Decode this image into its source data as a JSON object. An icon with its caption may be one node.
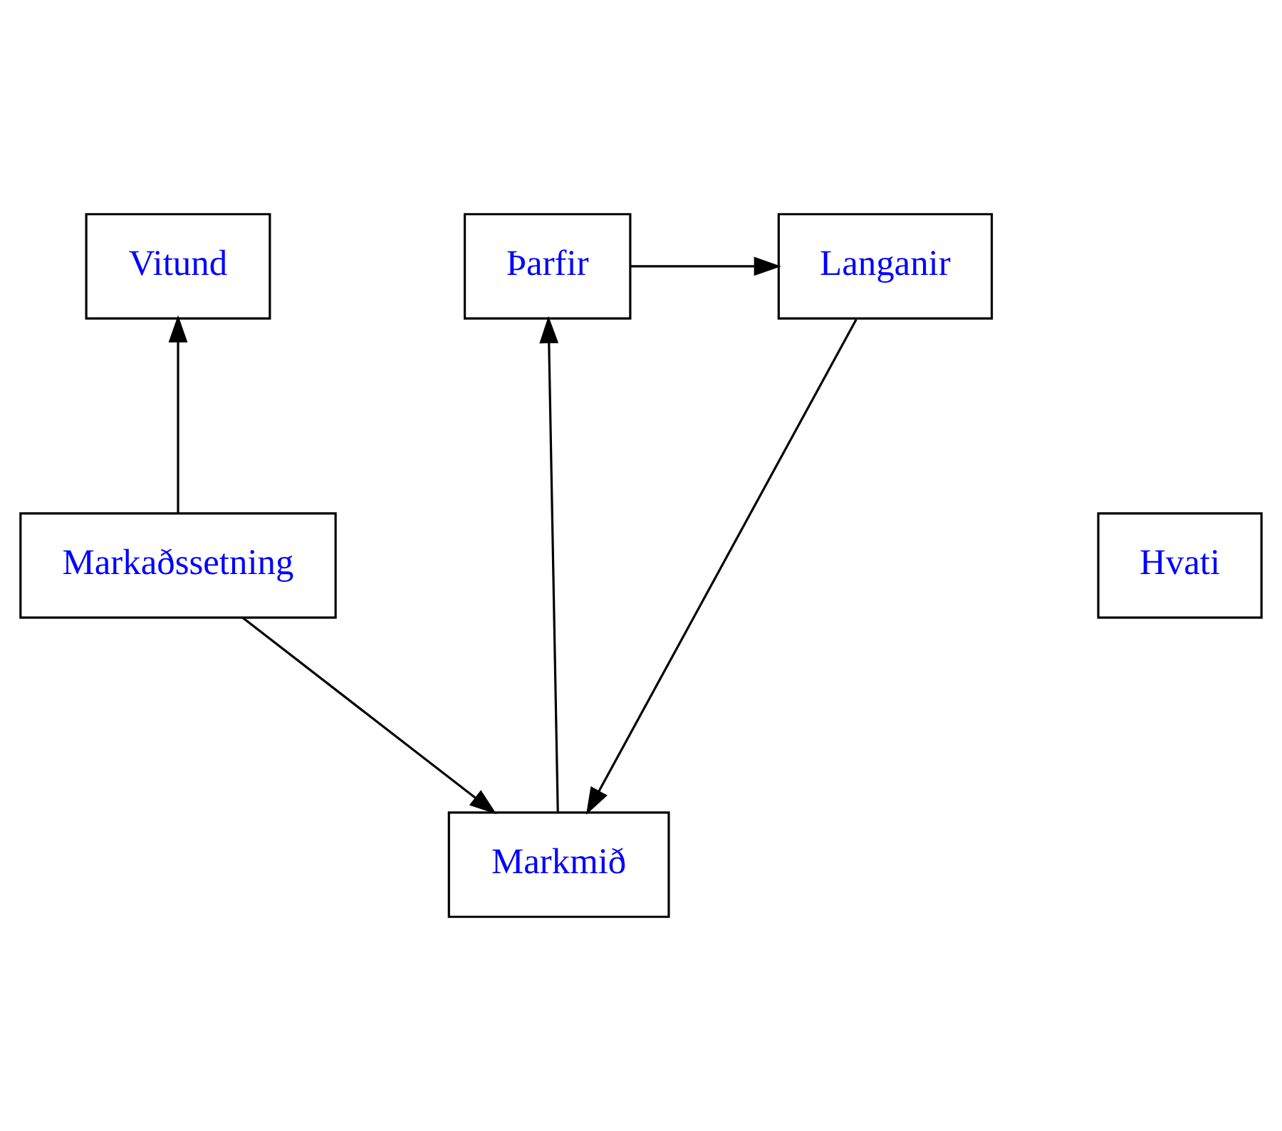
{
  "diagram": {
    "nodes": [
      {
        "text": [
          "Vitund"
        ]
      },
      {
        "text": [
          "Þarfir"
        ]
      },
      {
        "text": [
          "Langanir"
        ]
      },
      {
        "text": [
          "Markaðssetning"
        ]
      },
      {
        "text": [
          "Hvati"
        ]
      },
      {
        "text": [
          "Markmið"
        ]
      }
    ],
    "edges": [
      {
        "from": 3,
        "to": 0,
        "arrow": "to"
      },
      {
        "from": 1,
        "to": 2,
        "arrow": "to"
      },
      {
        "from": 3,
        "to": 5,
        "arrow": "to"
      },
      {
        "from": 2,
        "to": 5,
        "arrow": "to"
      },
      {
        "from": 5,
        "to": 1,
        "arrow": "to"
      }
    ]
  }
}
